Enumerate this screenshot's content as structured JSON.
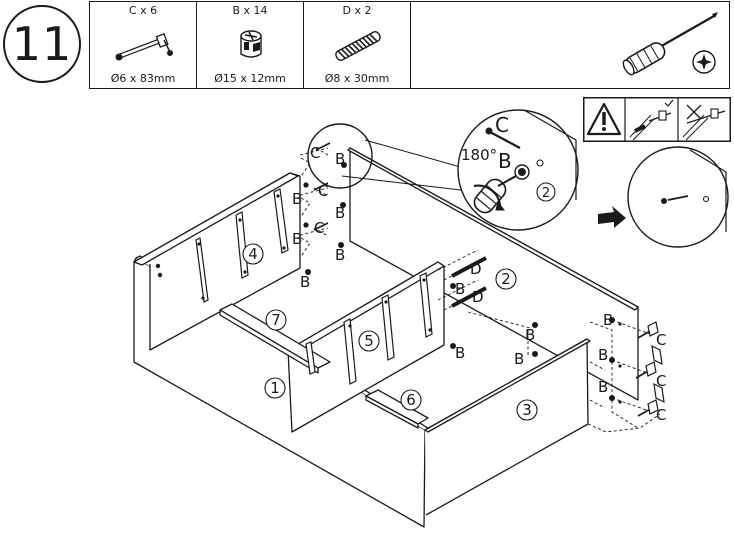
{
  "step": {
    "number": "11"
  },
  "parts": [
    {
      "qty_label": "C x 6",
      "size": "Ø6 x 83mm",
      "icon": "cam-bolt-icon"
    },
    {
      "qty_label": "B x 14",
      "size": "Ø15 x 12mm",
      "icon": "cam-lock-nut-icon"
    },
    {
      "qty_label": "D x 2",
      "size": "Ø8 x 30mm",
      "icon": "wooden-dowel-icon"
    }
  ],
  "tool": {
    "icon": "phillips-screwdriver-icon"
  },
  "warning": {
    "icon": "warning-icon"
  },
  "detail": {
    "rotation": "180°",
    "bolt_letter": "C",
    "nut_letter": "B",
    "panel_ref": "2"
  },
  "labels": {
    "B": "B",
    "C": "C",
    "D": "D",
    "p1": "1",
    "p2": "2",
    "p3": "3",
    "p4": "4",
    "p5": "5",
    "p6": "6",
    "p7": "7"
  }
}
